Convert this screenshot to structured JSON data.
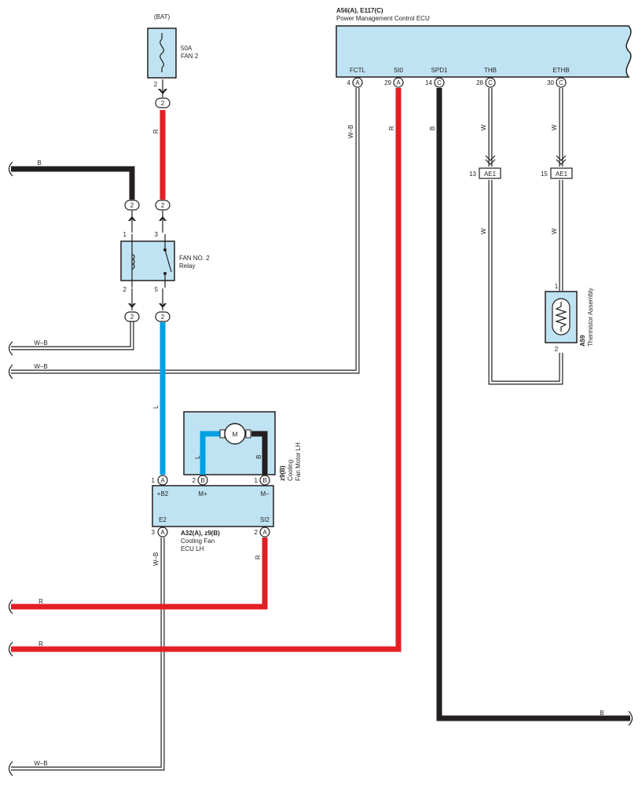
{
  "battery": {
    "label": "(BAT)"
  },
  "fuse": {
    "rating": "50A",
    "name": "FAN 2",
    "pin": "2"
  },
  "relay": {
    "name": "FAN NO. 2",
    "type": "Relay",
    "pins": {
      "coil_in": "1",
      "coil_out": "2",
      "sw_in": "3",
      "sw_out": "5"
    }
  },
  "junction_pin": "2",
  "pm_ecu": {
    "codes": "A56(A), E117(C)",
    "name": "Power Management Control ECU",
    "terminals": [
      {
        "name": "FCTL",
        "pin": "4",
        "conn": "A",
        "wire": "W–B"
      },
      {
        "name": "SI0",
        "pin": "29",
        "conn": "A",
        "wire": "R"
      },
      {
        "name": "SPD1",
        "pin": "14",
        "conn": "C",
        "wire": "B"
      },
      {
        "name": "THB",
        "pin": "28",
        "conn": "C",
        "wire": "W"
      },
      {
        "name": "ETHB",
        "pin": "30",
        "conn": "C",
        "wire": "W"
      }
    ]
  },
  "ae1": [
    {
      "pin": "13",
      "label": "AE1",
      "wire_below": "W"
    },
    {
      "pin": "15",
      "label": "AE1",
      "wire_below": "W"
    }
  ],
  "thermistor": {
    "code": "A59",
    "name": "Thermistor Assembly",
    "pin_top": "1",
    "pin_bottom": "2"
  },
  "motor": {
    "code": "z9(B)",
    "name_line1": "Cooling",
    "name_line2": "Fan Motor LH",
    "symbol": "M",
    "wire_left": "L",
    "wire_right": "B"
  },
  "fan_ecu": {
    "codes": "A32(A), z9(B)",
    "name_line1": "Cooling Fan",
    "name_line2": "ECU LH",
    "terminals": {
      "b2": {
        "label": "+B2",
        "pin": "1",
        "conn": "A"
      },
      "mplus": {
        "label": "M+",
        "pin": "2",
        "conn": "B"
      },
      "mminus": {
        "label": "M–",
        "pin": "1",
        "conn": "B"
      },
      "e2": {
        "label": "E2",
        "pin": "3",
        "conn": "A"
      },
      "si2": {
        "label": "SI2",
        "pin": "2",
        "conn": "A"
      }
    }
  },
  "wire_labels": {
    "top_b": "B",
    "fuse_r": "R",
    "relay_wb": "W–B",
    "fctl_wb": "W–B",
    "relay_l": "L",
    "e2_wb": "W–B",
    "si2_r": "R",
    "left_r1": "R",
    "left_r2": "R",
    "spd_b": "B",
    "bottom_wb": "W–B"
  },
  "colors": {
    "component_fill": "#bfe3f2",
    "wire_black": "#231f20",
    "wire_red": "#e31e24",
    "wire_blue": "#00a0e3",
    "wire_white": "#ffffff"
  }
}
